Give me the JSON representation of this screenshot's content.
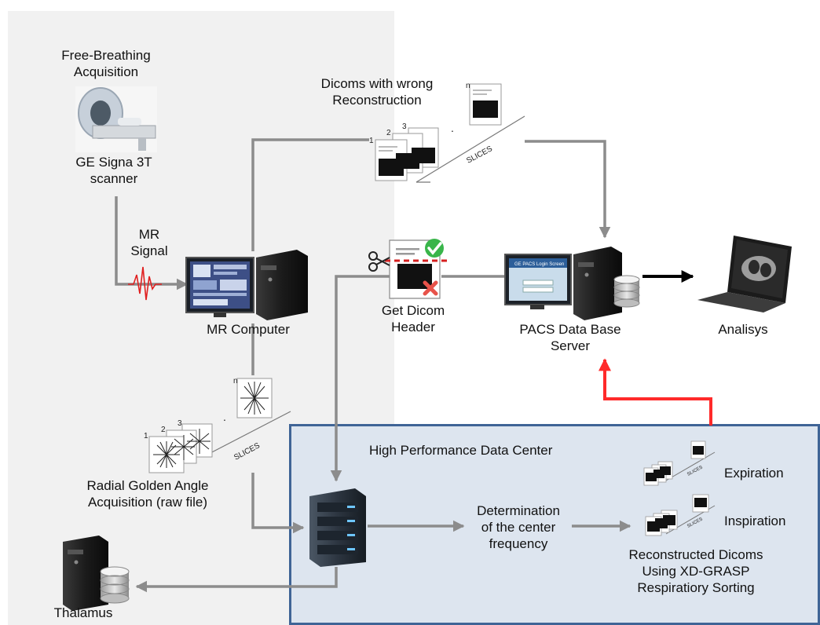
{
  "nodes": {
    "acquisition_title": [
      "Free-Breathing",
      "Acquisition"
    ],
    "scanner": [
      "GE Signa 3T",
      "scanner"
    ],
    "mr_signal": [
      "MR",
      "Signal"
    ],
    "mr_computer": "MR Computer",
    "wrong_recon": [
      "Dicoms with wrong",
      "Reconstruction"
    ],
    "get_header": [
      "Get Dicom",
      "Header"
    ],
    "pacs": [
      "PACS Data Base",
      "Server"
    ],
    "analysis": "Analisys",
    "radial": [
      "Radial Golden Angle",
      "Acquisition (raw file)"
    ],
    "hpdc": "High Performance Data Center",
    "determination": [
      "Determination",
      "of the center",
      "frequency"
    ],
    "expiration": "Expiration",
    "inspiration": "Inspiration",
    "reconstructed": [
      "Reconstructed Dicoms",
      "Using XD-GRASP",
      "Respiratiory Sorting"
    ],
    "thalamus": "Thalamus"
  },
  "stack_labels": {
    "slices": "SLICES",
    "n": "n",
    "one": "1",
    "two": "2",
    "three": "3",
    "dot": "."
  },
  "pacs_screen_title": "GE PACS Login Screen",
  "colors": {
    "arrow_gray": "#8c8c8c",
    "arrow_red": "#ff2a2a",
    "check_green": "#39b54a",
    "cross_red": "#e8534a",
    "hpdc_fill": "#dde5ef",
    "hpdc_border": "#3f6496"
  }
}
